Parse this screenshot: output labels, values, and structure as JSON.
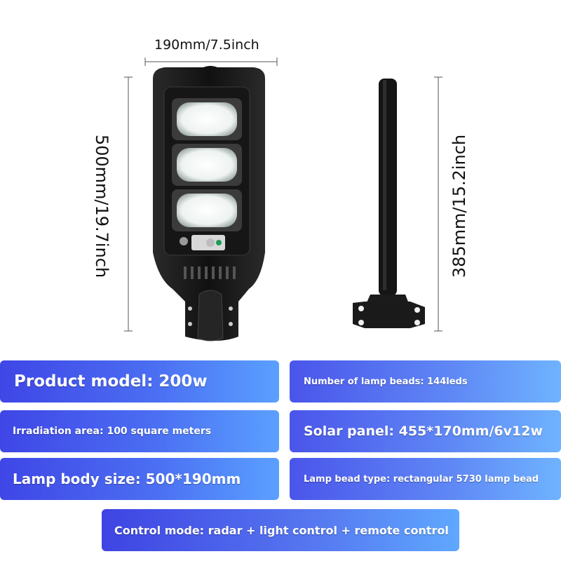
{
  "dimensions": {
    "lamp_width": "190mm/7.5inch",
    "lamp_height": "500mm/19.7inch",
    "pole_height": "385mm/15.2inch"
  },
  "specs": {
    "product_model": "Product model: 200w",
    "lamp_beads": "Number of lamp beads: 144leds",
    "irradiation_area": "Irradiation area: 100 square meters",
    "solar_panel": "Solar panel: 455*170mm/6v12w",
    "lamp_body_size": "Lamp body size: 500*190mm",
    "lamp_bead_type": "Lamp bead type: rectangular 5730 lamp bead",
    "control_mode": "Control mode: radar + light control + remote control"
  },
  "colors": {
    "card_blue": "#4b5ff0",
    "lamp_body": "#1b1b1b",
    "background": "#ffffff"
  }
}
